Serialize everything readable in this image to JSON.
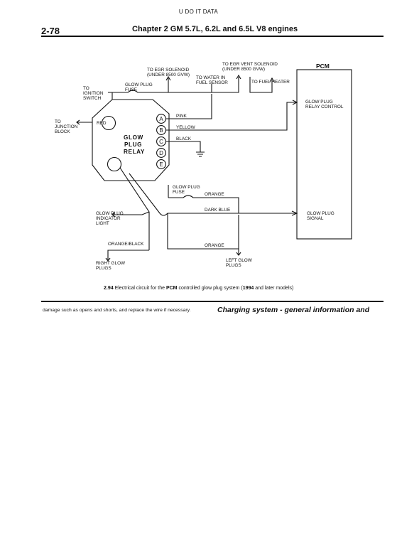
{
  "header": {
    "top_mark": "U DO IT DATA",
    "page_number": "2-78",
    "chapter_title": "Chapter 2   GM 5.7L, 6.2L and 6.5L V8 engines"
  },
  "diagram": {
    "labels": {
      "egr_solenoid": [
        "TO EGR SOLENOID",
        "(UNDER 8500 GVW)"
      ],
      "egr_vent_solenoid": [
        "TO EGR VENT SOLENOID",
        "(UNDER 8500 GVW)"
      ],
      "water_in_fuel": [
        "TO WATER IN",
        "FUEL SENSOR"
      ],
      "fuel_heater": "TO FUEL HEATER",
      "glow_plug_fuse_top": [
        "GLOW PLUG",
        "FUSE"
      ],
      "ignition_switch": [
        "TO",
        "IGNITION",
        "SWITCH"
      ],
      "junction_block": [
        "TO",
        "JUNCTION",
        "BLOCK"
      ],
      "red": "RED",
      "pink": "PINK",
      "yellow": "YELLOW",
      "black": "BLACK",
      "relay": [
        "GLOW",
        "PLUG",
        "RELAY"
      ],
      "pins": [
        "A",
        "B",
        "C",
        "D",
        "E"
      ],
      "pcm": "PCM",
      "relay_control": [
        "GLOW PLUG",
        "RELAY CONTROL"
      ],
      "glow_plug_fuse_mid": [
        "GLOW PLUG",
        "FUSE"
      ],
      "orange_top": "ORANGE",
      "indicator_light": [
        "GLOW PLUG",
        "INDICATOR",
        "LIGHT"
      ],
      "dark_blue": "DARK BLUE",
      "glow_plug_signal": [
        "GLOW PLUG",
        "SIGNAL"
      ],
      "orange_black": "ORANGE/BLACK",
      "orange_bottom": "ORANGE",
      "right_glow_plugs": [
        "RIGHT GLOW",
        "PLUGS"
      ],
      "left_glow_plugs": [
        "LEFT GLOW",
        "PLUGS"
      ]
    }
  },
  "caption": {
    "number": "2.94",
    "pre": " Electrical circuit for the ",
    "bold": "PCM",
    "post": " controlled glow plug system (",
    "years": "1994",
    "end": " and later models)"
  },
  "footer": {
    "left_text": "damage such as opens and shorts, and replace the wire if necessary.",
    "right_text": "Charging system - general information and"
  }
}
